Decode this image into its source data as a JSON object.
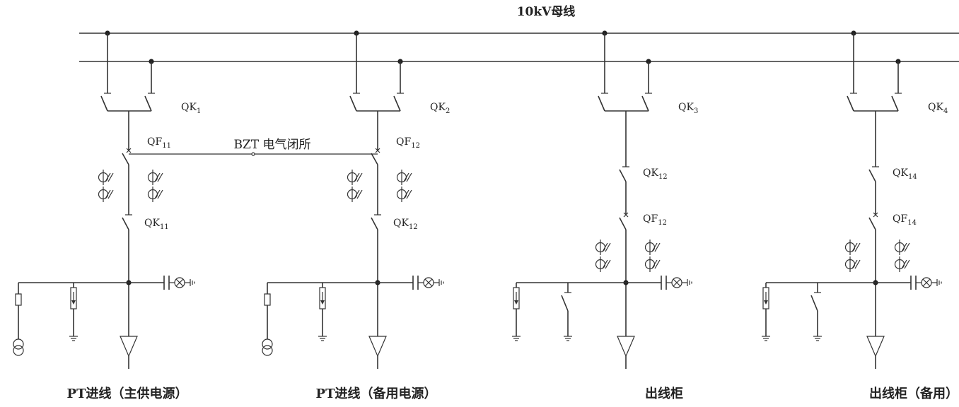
{
  "title": "10kV母线",
  "bzt_label": "BZT 电气闭所",
  "panels": [
    {
      "kind": "pt",
      "bottom_label": "PT进线（主供电源）",
      "labels": [
        {
          "main": "QK",
          "sub": "1"
        },
        {
          "main": "QF",
          "sub": "11"
        },
        {
          "main": "QK",
          "sub": "11"
        }
      ]
    },
    {
      "kind": "pt",
      "bottom_label": "PT进线（备用电源）",
      "labels": [
        {
          "main": "QK",
          "sub": "2"
        },
        {
          "main": "QF",
          "sub": "12"
        },
        {
          "main": "QK",
          "sub": "12"
        }
      ]
    },
    {
      "kind": "out",
      "bottom_label": "出线柜",
      "labels": [
        {
          "main": "QK",
          "sub": "3"
        },
        {
          "main": "QK",
          "sub": "12"
        },
        {
          "main": "QF",
          "sub": "12"
        }
      ]
    },
    {
      "kind": "out",
      "bottom_label": "出线柜（备用）",
      "labels": [
        {
          "main": "QK",
          "sub": "4"
        },
        {
          "main": "QK",
          "sub": "14"
        },
        {
          "main": "QF",
          "sub": "14"
        }
      ]
    }
  ]
}
